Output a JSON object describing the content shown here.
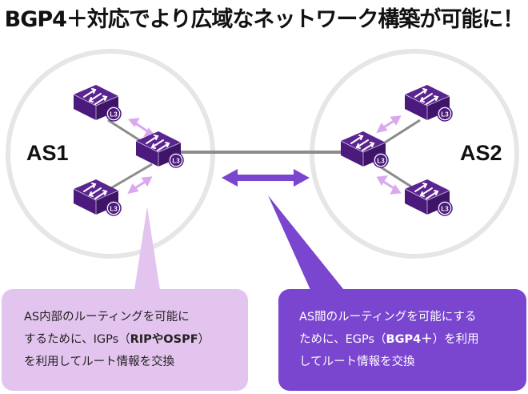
{
  "title": "BGP4＋対応でより広域なネットワーク構築が可能に！",
  "colors": {
    "router": "#4b1a7c",
    "circle": "#e6e6e6",
    "link": "#8c8c8c",
    "intra_arrow": "#d9a8ee",
    "inter_arrow": "#7a45cf",
    "intra_box": "#e3c4ee",
    "inter_box": "#7a45cf"
  },
  "as1": {
    "label": "AS1",
    "routers": [
      {
        "badge": "L3"
      },
      {
        "badge": "L3"
      },
      {
        "badge": "L3"
      }
    ]
  },
  "as2": {
    "label": "AS2",
    "routers": [
      {
        "badge": "L3"
      },
      {
        "badge": "L3"
      },
      {
        "badge": "L3"
      }
    ]
  },
  "intra_box": {
    "line1": "AS内部のルーティングを可能に",
    "line2_pre": "するために、IGPs（",
    "line2_bold": "RIPやOSPF",
    "line2_post": "）",
    "line3": "を利用してルート情報を交換"
  },
  "inter_box": {
    "line1": "AS間のルーティングを可能にする",
    "line2_pre": "ために、EGPs（",
    "line2_bold": "BGP4＋",
    "line2_post": "）を利用",
    "line3": "してルート情報を交換"
  }
}
